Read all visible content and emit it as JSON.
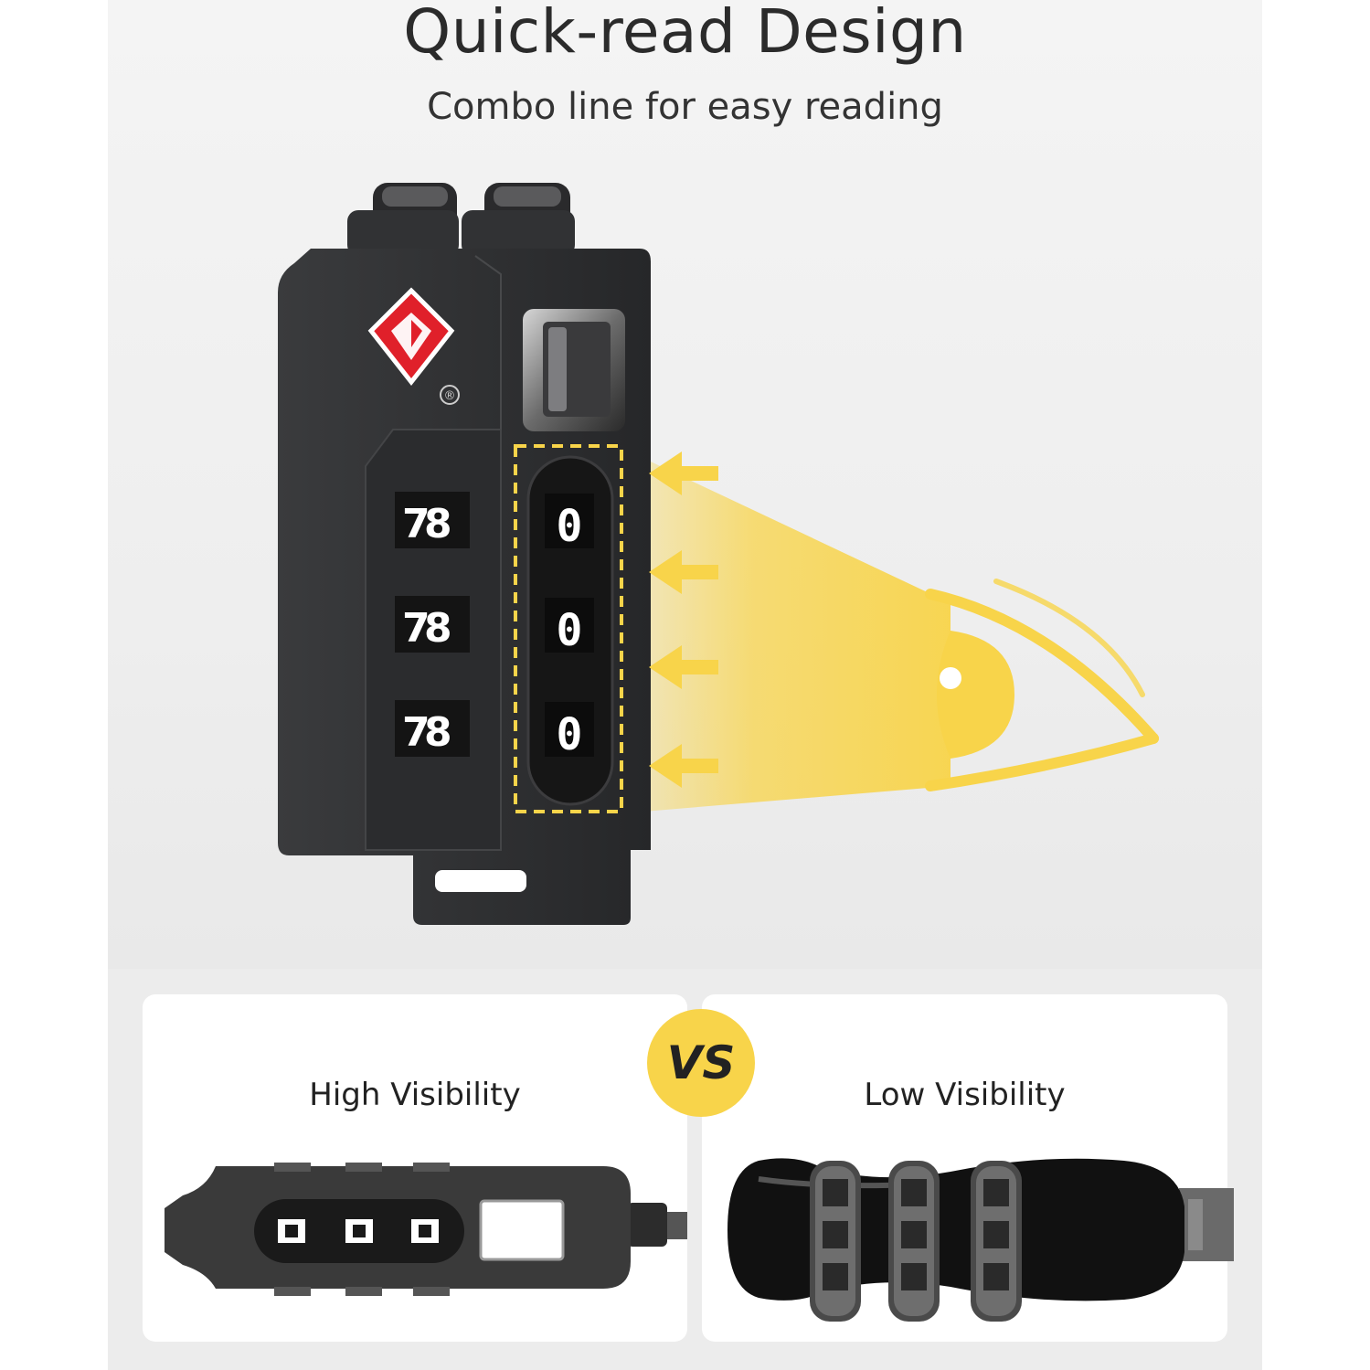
{
  "header": {
    "title": "Quick-read Design",
    "subtitle": "Combo line for easy reading"
  },
  "lock": {
    "wheel_left_digit": "7",
    "wheel_right_digit": "8",
    "combo_digits": [
      "0",
      "0",
      "0"
    ],
    "trademark_symbol": "®",
    "brand_mark": "red-diamond-logo"
  },
  "comparison": {
    "left_label": "High Visibility",
    "right_label": "Low Visibility",
    "vs_label": "VS"
  },
  "colors": {
    "accent_yellow": "#f8d44a",
    "logo_red": "#e0202a",
    "lock_body": "#2e2f31"
  }
}
